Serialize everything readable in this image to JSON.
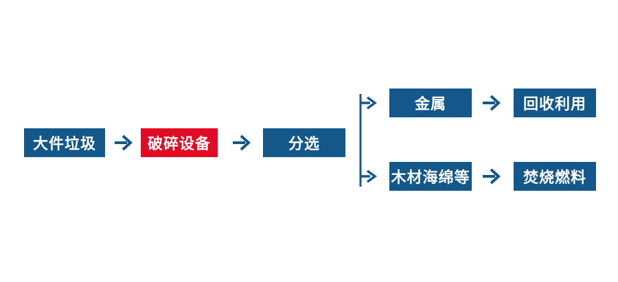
{
  "colors": {
    "node_blue": "#14578a",
    "node_red": "#e30b23",
    "arrow_blue": "#14578a",
    "text_white": "#ffffff",
    "background": "#ffffff"
  },
  "flowchart": {
    "main_flow": {
      "nodes": [
        {
          "label": "大件垃圾",
          "style": "blue"
        },
        {
          "label": "破碎设备",
          "style": "red"
        },
        {
          "label": "分选",
          "style": "blue"
        }
      ]
    },
    "branches": [
      {
        "material": {
          "label": "金属"
        },
        "destination": {
          "label": "回收利用"
        }
      },
      {
        "material": {
          "label": "木材海绵等"
        },
        "destination": {
          "label": "焚烧燃料"
        }
      }
    ]
  }
}
